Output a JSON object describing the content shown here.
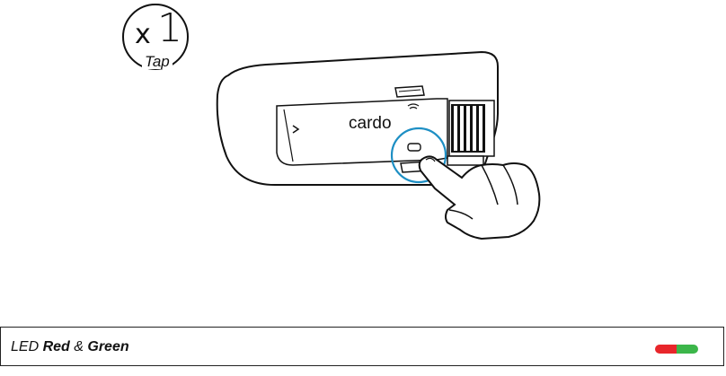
{
  "gesture": {
    "times": "x",
    "count": "1",
    "action": "Tap"
  },
  "device": {
    "brand": "cardo"
  },
  "led": {
    "prefix": "LED ",
    "color1": "Red",
    "joiner": " & ",
    "color2": "Green",
    "pill_colors": [
      "#e8262b",
      "#3cb64a"
    ]
  },
  "colors": {
    "highlight_ring": "#1e8fc4"
  }
}
